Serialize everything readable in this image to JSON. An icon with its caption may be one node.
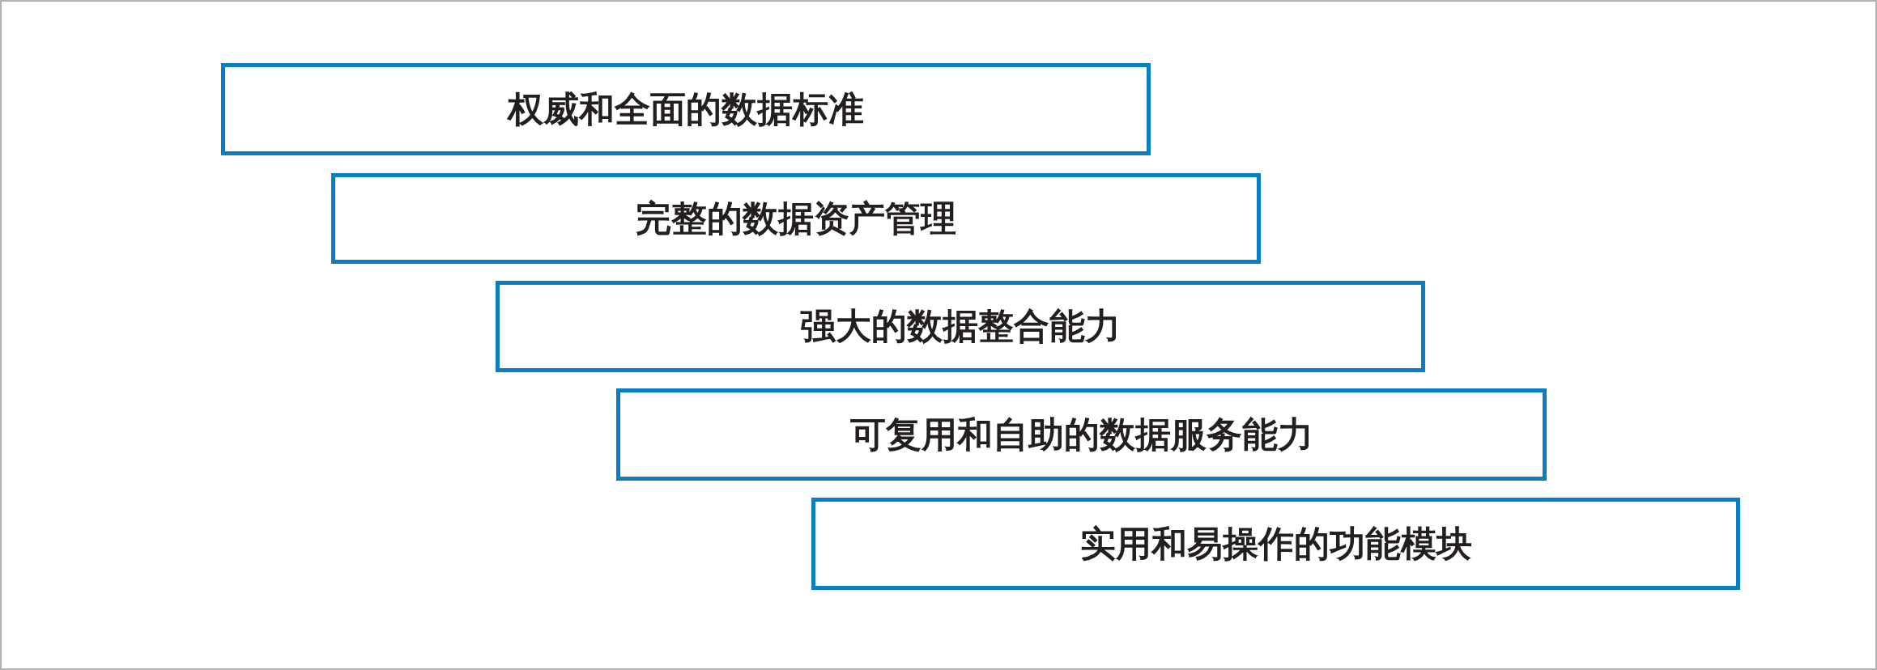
{
  "diagram": {
    "nodes": [
      {
        "text": [
          "权威和全面的数据标准"
        ]
      },
      {
        "text": [
          "完整的数据资产管理"
        ]
      },
      {
        "text": [
          "强大的数据整合能力"
        ]
      },
      {
        "text": [
          "可复用和自助的数据服务能力"
        ]
      },
      {
        "text": [
          "实用和易操作的功能模块"
        ]
      }
    ]
  }
}
